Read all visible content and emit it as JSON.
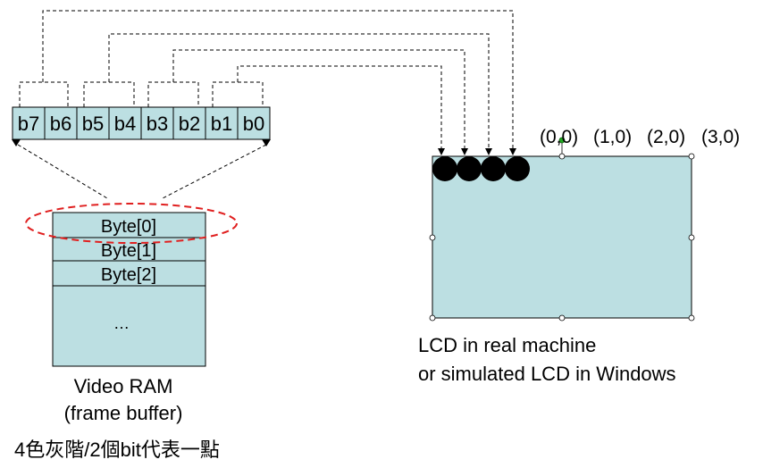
{
  "bits": [
    "b7",
    "b6",
    "b5",
    "b4",
    "b3",
    "b2",
    "b1",
    "b0"
  ],
  "bytes": [
    "Byte[0]",
    "Byte[1]",
    "Byte[2]"
  ],
  "ellipsis": "…",
  "ram_label": [
    "Video RAM",
    "(frame buffer)"
  ],
  "caption": "4色灰階/2個bit代表一點",
  "coords": [
    "(0,0)",
    "(1,0)",
    "(2,0)",
    "(3,0)"
  ],
  "lcd_label": [
    "LCD in real machine",
    "or simulated LCD in Windows"
  ],
  "colors": {
    "fill": "#bcdfe2",
    "dashed_ellipse": "#e02020",
    "handle": "#22aa22"
  }
}
